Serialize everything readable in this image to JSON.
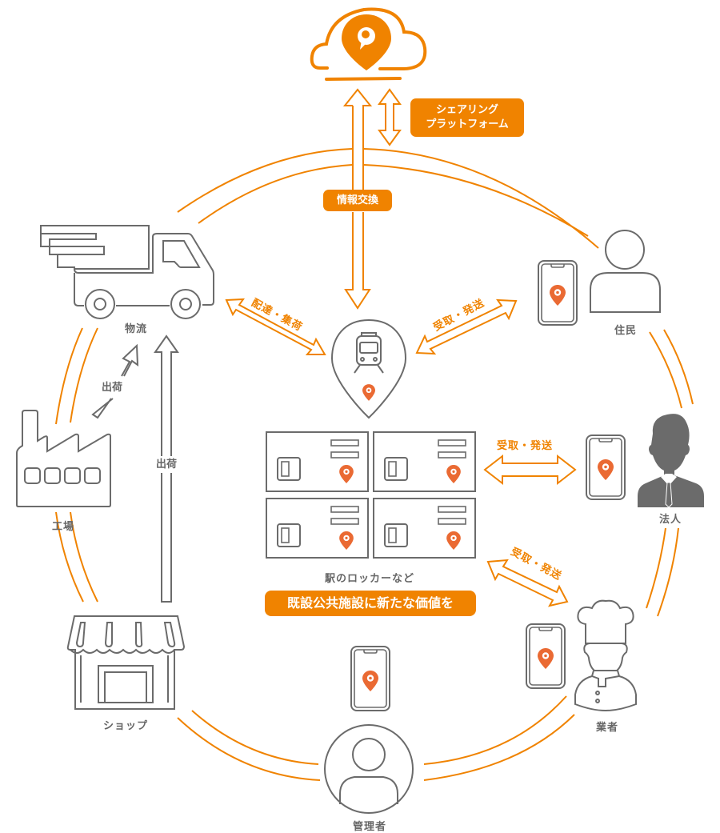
{
  "colors": {
    "accent": "#f08300",
    "pin": "#ea6a33",
    "icon_gray": "#6b6b6b",
    "label_gray": "#666666"
  },
  "platform": {
    "icon": "cloud-pin-icon",
    "label_line1": "シェアリング",
    "label_line2": "プラットフォーム"
  },
  "info_exchange_label": "情報交換",
  "hub": {
    "icon": "train-pin-icon",
    "locker_label": "駅のロッカーなど",
    "tagline": "既設公共施設に新たな価値を"
  },
  "arrows": {
    "logistics": "配達・集荷",
    "resident": "受取・発送",
    "corporate": "受取・発送",
    "business": "受取・発送",
    "factory_ship": "出荷",
    "shop_ship": "出荷"
  },
  "nodes": {
    "logistics": "物流",
    "factory": "工場",
    "shop": "ショップ",
    "manager": "管理者",
    "business": "業者",
    "corporate": "法人",
    "resident": "住民"
  }
}
